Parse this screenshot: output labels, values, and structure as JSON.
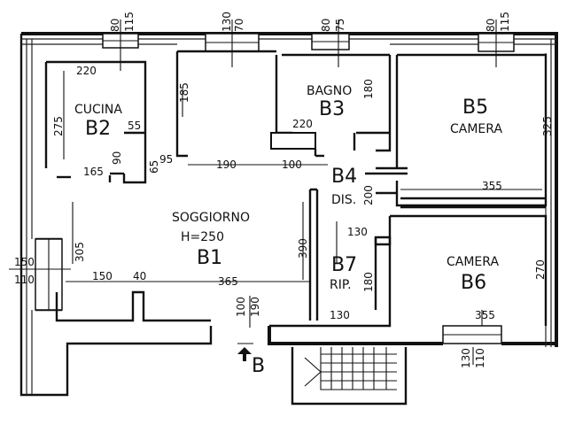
{
  "rooms": {
    "b1": {
      "name": "SOGGIORNO",
      "height": "H=250",
      "id": "B1"
    },
    "b2": {
      "name": "CUCINA",
      "id": "B2"
    },
    "b3": {
      "name": "BAGNO",
      "id": "B3"
    },
    "b4": {
      "name": "DIS.",
      "id": "B4"
    },
    "b5": {
      "name": "CAMERA",
      "id": "B5"
    },
    "b6": {
      "name": "CAMERA",
      "id": "B6"
    },
    "b7": {
      "name": "RIP.",
      "id": "B7"
    }
  },
  "entrance": {
    "label": "B"
  },
  "dimensions": {
    "top_80_1": "80",
    "top_115_1": "115",
    "top_130": "130",
    "top_70": "70",
    "top_80_2": "80",
    "top_75": "75",
    "top_80_3": "80",
    "top_115_3": "115",
    "cucina_220": "220",
    "cucina_275": "275",
    "cucina_55": "55",
    "cucina_90": "90",
    "cucina_65": "65",
    "cucina_165": "165",
    "cor_185": "185",
    "cor_95": "95",
    "cor_190": "190",
    "cor_100": "100",
    "bagno_180": "180",
    "bagno_220": "220",
    "b5_325": "325",
    "dis_355": "355",
    "dis_200": "200",
    "liv_305": "305",
    "liv_150_left": "150",
    "liv_110_left": "110",
    "liv_150": "150",
    "liv_40": "40",
    "liv_365": "365",
    "liv_390": "390",
    "rip_130_top": "130",
    "rip_180": "180",
    "rip_130_bottom": "130",
    "b6_270": "270",
    "b6_355": "355",
    "door_100": "100",
    "door_190": "190",
    "win_130_bottom": "130",
    "win_110_bottom": "110"
  }
}
